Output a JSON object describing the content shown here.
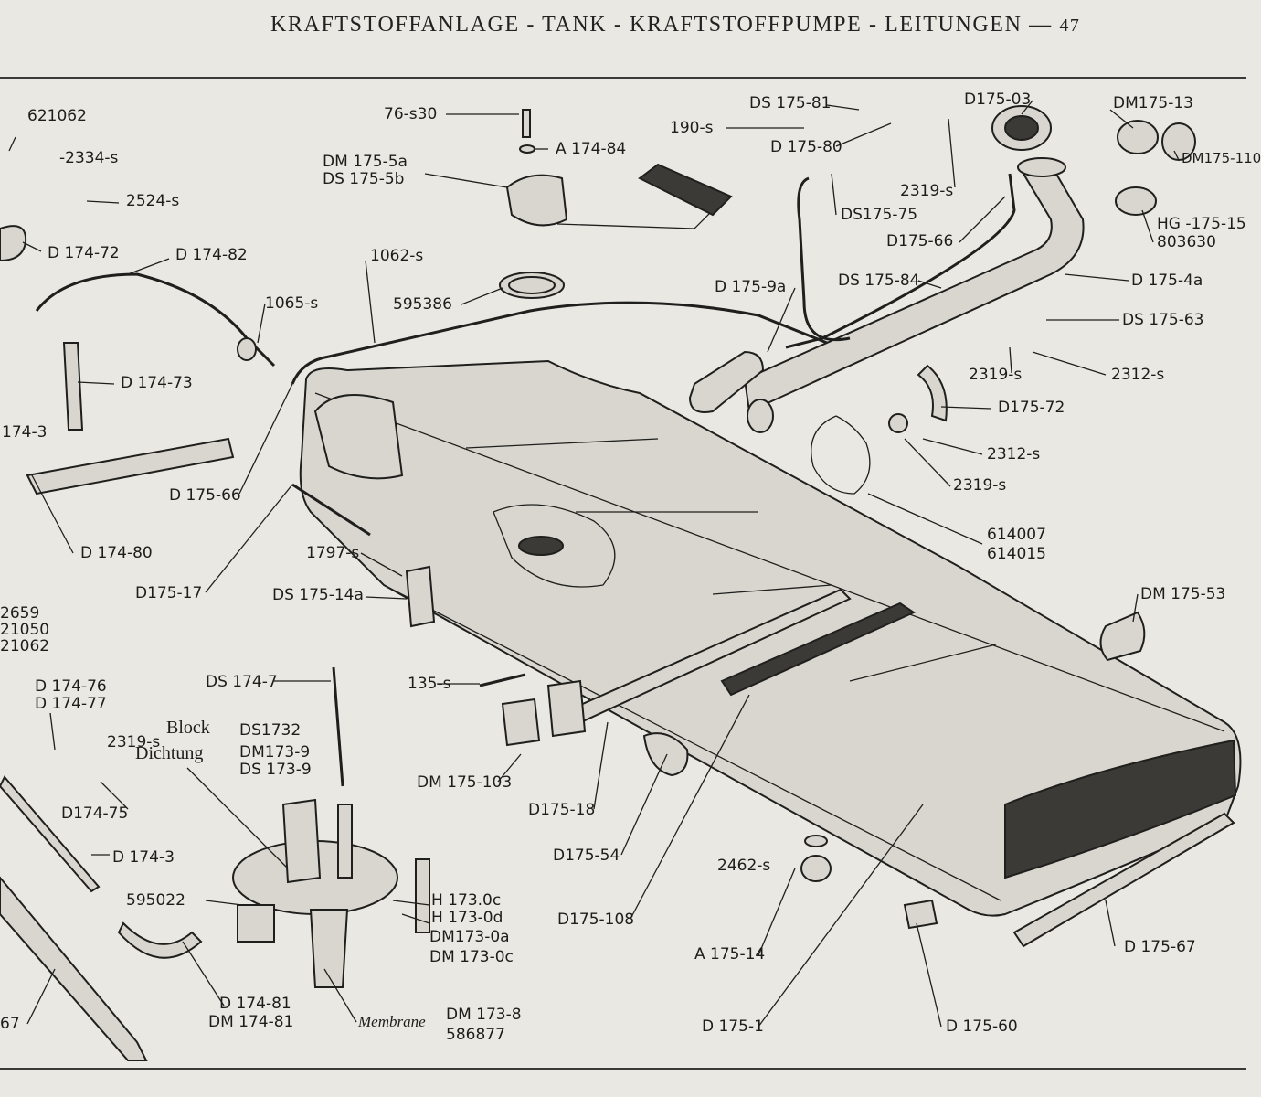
{
  "header": {
    "title": "KRAFTSTOFFANLAGE - TANK - KRAFTSTOFFPUMPE - LEITUNGEN —",
    "page_number": "47"
  },
  "labels": {
    "l_621062": "621062",
    "l_2334s": "-2334-s",
    "l_2524s": "2524-s",
    "l_D17472": "D 174-72",
    "l_D17482": "D 174-82",
    "l_1065s": "1065-s",
    "l_D17473": "D 174-73",
    "l_1743": "174-3",
    "l_D17466": "D 175-66",
    "l_D17480": "D 174-80",
    "l_2659": "2659",
    "l_21050": "21050",
    "l_21062": "21062",
    "l_D17476": "D 174-76",
    "l_D17477": "D 174-77",
    "l_2319s_a": "2319-s",
    "l_D17475": "D174-75",
    "l_D1743b": "D 174-3",
    "l_595022": "595022",
    "l_D17481": "D 174-81",
    "l_DM17481": "DM 174-81",
    "l_67": "67",
    "l_76s30": "76-s30",
    "l_A17484": "A 174-84",
    "l_DM1755a": "DM 175-5a",
    "l_DS1755b": "DS 175-5b",
    "l_1062s": "1062-s",
    "l_595386": "595386",
    "l_D17517": "D175-17",
    "l_1797s": "1797-s",
    "l_DS17514a": "DS 175-14a",
    "l_DS1747": "DS 174-7",
    "l_Block": "Block",
    "l_DS1732": "DS1732",
    "l_Dichtung": "Dichtung",
    "l_DM1739": "DM173-9",
    "l_DS1739": "DS 173-9",
    "l_135s": "135-s",
    "l_DM175103": "DM 175-103",
    "l_D17518": "D175-18",
    "l_D17554": "D175-54",
    "l_D175108": "D175-108",
    "l_H1730c": "H 173.0c",
    "l_H1730d": "H 173-0d",
    "l_DM1730a": "DM173-0a",
    "l_DM1730c": "DM 173-0c",
    "l_Membrane": "Membrane",
    "l_DM1738": "DM 173-8",
    "l_586877": "586877",
    "l_DS17581": "DS 175-81",
    "l_190s": "190-s",
    "l_D17580": "D 175-80",
    "l_D17503": "D175-03",
    "l_2319s_b": "2319-s",
    "l_DS17575": "DS175-75",
    "l_D17566": "D175-66",
    "l_D1759a": "D 175-9a",
    "l_DS17584": "DS 175-84",
    "l_D1754a": "D 175-4a",
    "l_DS17563": "DS 175-63",
    "l_2319s_c": "2319-s",
    "l_2312s_a": "2312-s",
    "l_D17572": "D175-72",
    "l_2312s_b": "2312-s",
    "l_2319s_d": "2319-s",
    "l_614007": "614007",
    "l_614015": "614015",
    "l_DM17513": "DM175-13",
    "l_DM175110": "DM175-110",
    "l_HG17515": "HG -175-15",
    "l_803630": "803630",
    "l_DM17553": "DM 175-53",
    "l_2462s": "2462-s",
    "l_A17514": "A 175-14",
    "l_D17567": "D 175-67",
    "l_D1751": "D 175-1",
    "l_D17560": "D 175-60"
  },
  "colors": {
    "paper": "#e9e8e2",
    "ink": "#1f1f1d",
    "part_fill": "#d8d6cf",
    "shadow": "#3b3a37"
  }
}
